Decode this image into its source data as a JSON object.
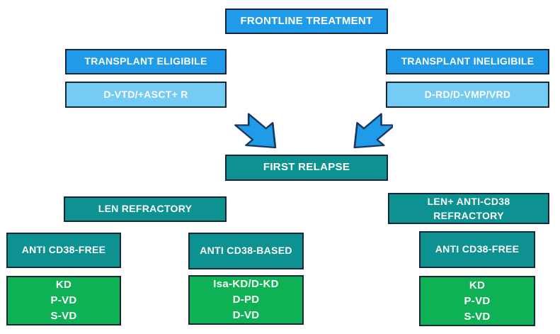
{
  "colors": {
    "blue": "#1F9BEA",
    "light_blue": "#74CBF3",
    "teal": "#0E9191",
    "green": "#0EB153",
    "border": "#14283A",
    "arrow_fill": "#1F9BEA",
    "arrow_outline": "#17375E",
    "text": "#FFFFFF",
    "background": "#FFFFFF"
  },
  "nodes": {
    "frontline": {
      "label": "FRONTLINE TREATMENT"
    },
    "transplant_eligible": {
      "label": "TRANSPLANT ELIGIBILE"
    },
    "eligible_regimen": {
      "label": "D-VTD/+ASCT+ R"
    },
    "transplant_ineligible": {
      "label": "TRANSPLANT INELIGIBILE"
    },
    "ineligible_regimen": {
      "label": "D-RD/D-VMP/VRD"
    },
    "first_relapse": {
      "label": "FIRST RELAPSE"
    },
    "len_refractory": {
      "label": "LEN REFRACTORY"
    },
    "len_anti_cd38_refractory": {
      "lines": [
        "LEN+ ANTI-CD38",
        "REFRACTORY"
      ]
    },
    "anti_cd38_free_left": {
      "label": "ANTI CD38-FREE"
    },
    "anti_cd38_based": {
      "label": "ANTI CD38-BASED"
    },
    "anti_cd38_free_right": {
      "label": "ANTI CD38-FREE"
    },
    "regimens_cd38_free_left": {
      "lines": [
        "KD",
        "P-VD",
        "S-VD"
      ]
    },
    "regimens_cd38_based": {
      "lines": [
        "Isa-KD/D-KD",
        "D-PD",
        "D-VD"
      ]
    },
    "regimens_cd38_free_right": {
      "lines": [
        "KD",
        "P-VD",
        "S-VD"
      ]
    }
  }
}
